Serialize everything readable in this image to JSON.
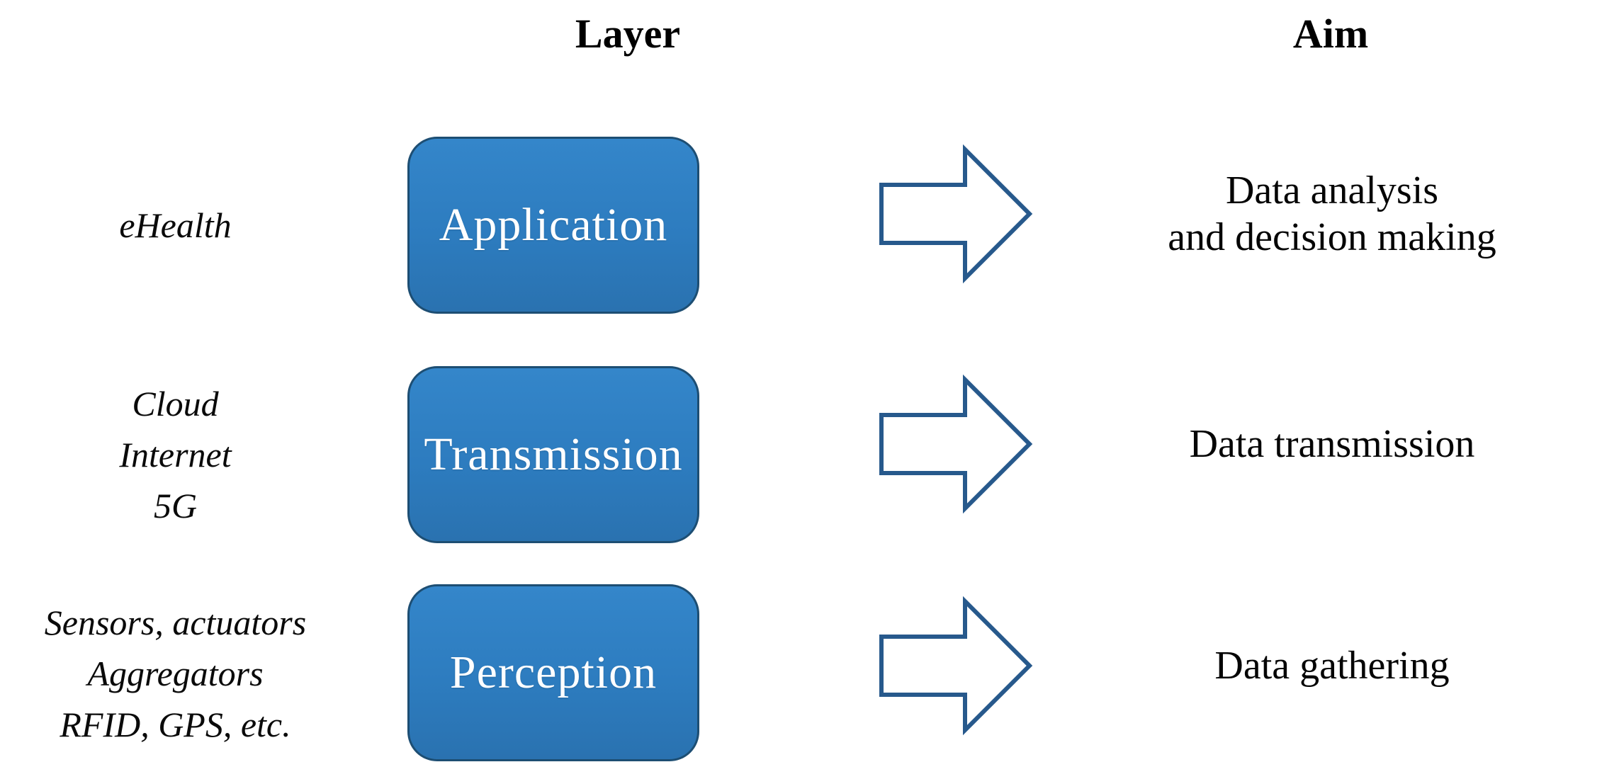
{
  "headers": {
    "layer": "Layer",
    "aim": "Aim"
  },
  "rows": [
    {
      "technologies": [
        "eHealth"
      ],
      "layer": "Application",
      "aim": [
        "Data analysis",
        "and decision making"
      ]
    },
    {
      "technologies": [
        "Cloud",
        "Internet",
        "5G"
      ],
      "layer": "Transmission",
      "aim": [
        "Data transmission"
      ]
    },
    {
      "technologies": [
        "Sensors, actuators",
        "Aggregators",
        "RFID, GPS, etc."
      ],
      "layer": "Perception",
      "aim": [
        "Data gathering"
      ]
    }
  ],
  "icons": {
    "arrow": "right-block-arrow"
  },
  "colors": {
    "box_fill": "#2d7cbf",
    "box_fill_light": "#3486ca",
    "box_fill_dark": "#2a72b0",
    "box_border": "#1d4e73",
    "arrow_stroke": "#27598c",
    "text": "#000000",
    "background": "#ffffff"
  }
}
